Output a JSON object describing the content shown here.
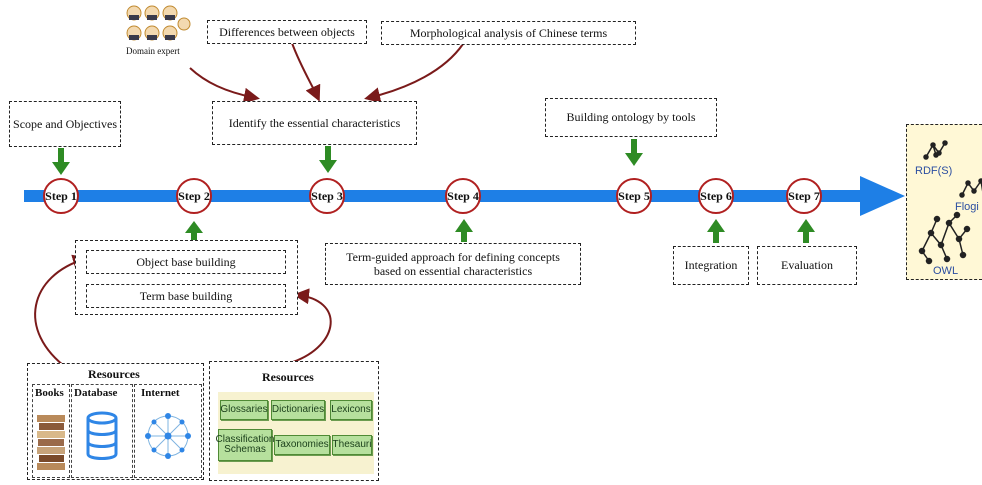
{
  "steps": [
    "Step 1",
    "Step 2",
    "Step 3",
    "Step 4",
    "Step 5",
    "Step 6",
    "Step 7"
  ],
  "domain_expert": "Domain expert",
  "top_boxes": {
    "differences": "Differences between objects",
    "morphological": "Morphological analysis of Chinese terms",
    "scope": "Scope and Objectives",
    "identify": "Identify the essential characteristics",
    "building_tools": "Building ontology by tools"
  },
  "bottom_boxes": {
    "object_base": "Object base building",
    "term_base": "Term base building",
    "term_guided": "Term-guided approach for defining concepts based on essential characteristics",
    "integration": "Integration",
    "evaluation": "Evaluation"
  },
  "resources_left": {
    "title": "Resources",
    "items": [
      "Books",
      "Database",
      "Internet"
    ]
  },
  "resources_right": {
    "title": "Resources",
    "chips": [
      "Glossaries",
      "Dictionaries",
      "Lexicons",
      "Classification Schemas",
      "Taxonomies",
      "Thesauri"
    ]
  },
  "formats": [
    "RDF(S)",
    "Flogi",
    "OWL"
  ],
  "colors": {
    "timeline": "#1e7fe6",
    "step_border": "#b02020",
    "up_arrow": "#2e8b24",
    "curve": "#7a1a1a",
    "chip": "#b6e09d",
    "format_panel": "#fff8d6"
  }
}
